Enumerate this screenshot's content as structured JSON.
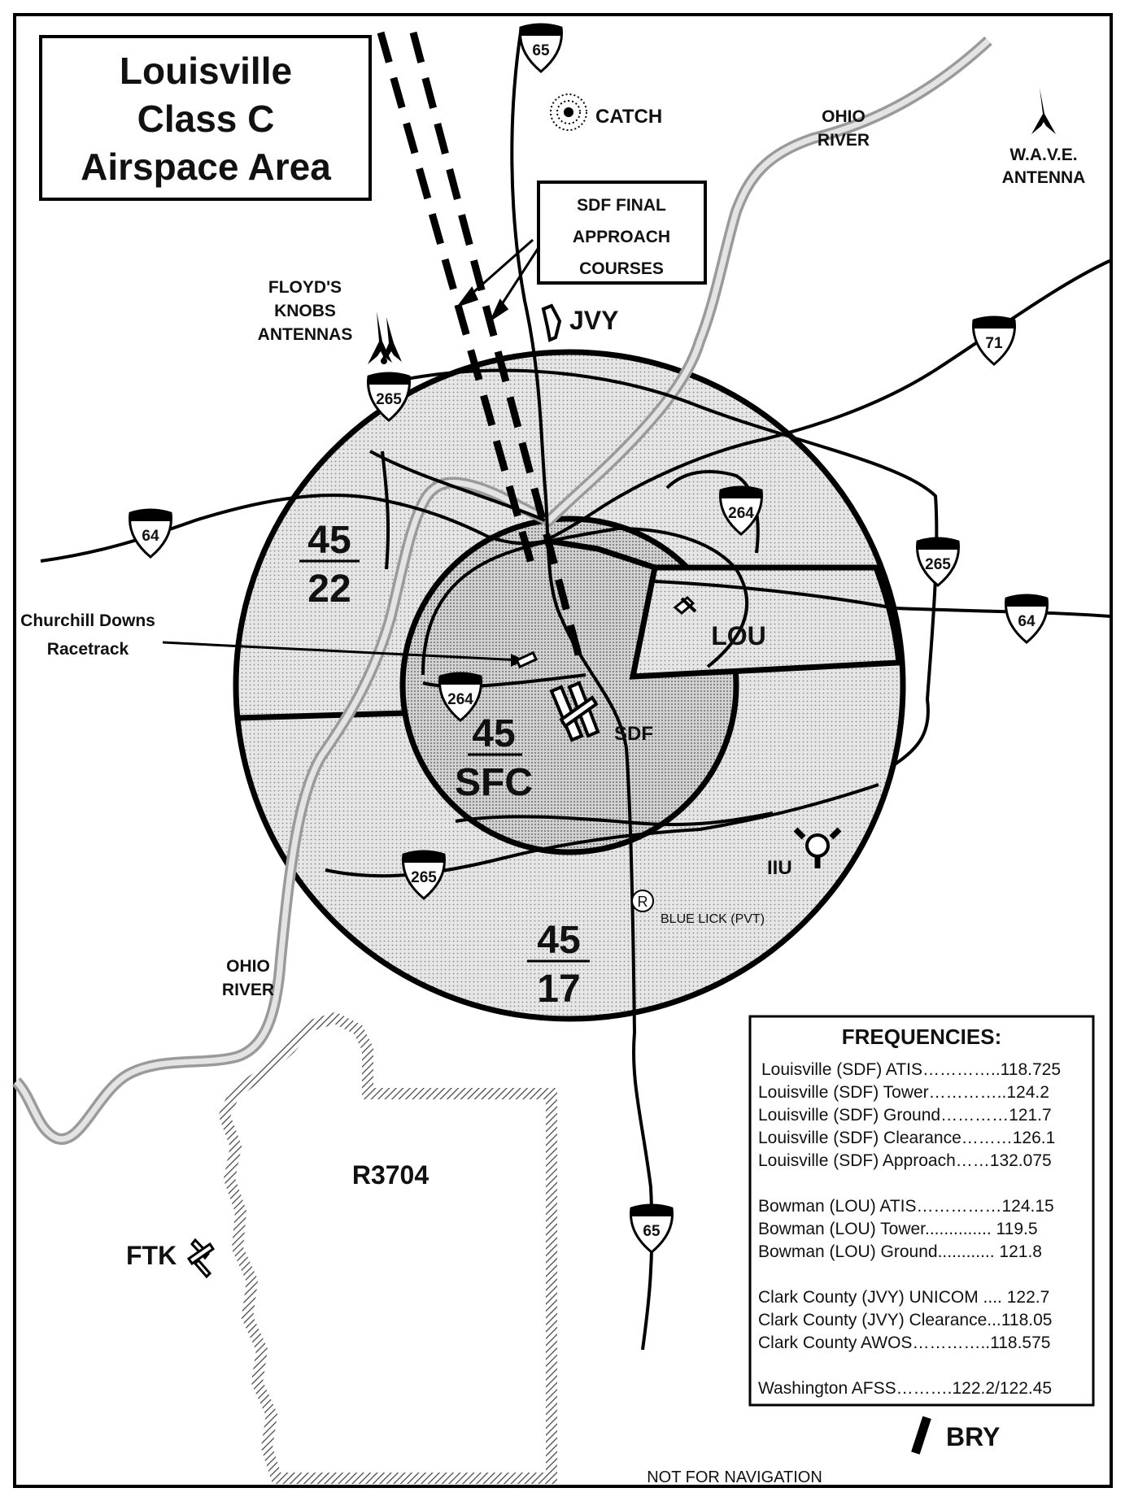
{
  "title": [
    "Louisville",
    "Class C",
    "Airspace Area"
  ],
  "labels": {
    "catch": "CATCH",
    "ohio_river_ne": [
      "OHIO",
      "RIVER"
    ],
    "wave_antenna": [
      "W.A.V.E.",
      "ANTENNA"
    ],
    "sdf_final": [
      "SDF FINAL",
      "APPROACH",
      "COURSES"
    ],
    "floyds_knobs": [
      "FLOYD'S",
      "KNOBS",
      "ANTENNAS"
    ],
    "jvy": "JVY",
    "churchill": [
      "Churchill Downs",
      "Racetrack"
    ],
    "lou": "LOU",
    "sdf": "SDF",
    "iiu": "IIU",
    "blue_lick": "BLUE LICK (PVT)",
    "ohio_river_sw": [
      "OHIO",
      "RIVER"
    ],
    "r3704": "R3704",
    "ftk": "FTK",
    "bry": "BRY",
    "not_for_nav": "NOT FOR NAVIGATION"
  },
  "altitudes": {
    "nw": {
      "top": "45",
      "bottom": "22"
    },
    "core": {
      "top": "45",
      "bottom": "SFC"
    },
    "south": {
      "top": "45",
      "bottom": "17"
    }
  },
  "shields": {
    "i65_north": "65",
    "i265_nw": "265",
    "i71": "71",
    "i64_west": "64",
    "i264_ne": "264",
    "i265_east": "265",
    "i64_east": "64",
    "i264_center": "264",
    "i265_south": "265",
    "i65_south": "65"
  },
  "frequencies": {
    "title": "FREQUENCIES",
    "rows": [
      "Louisville (SDF) ATIS…………..118.725",
      "Louisville (SDF) Tower…………..124.2",
      "Louisville (SDF) Ground…………121.7",
      "Louisville (SDF) Clearance………126.1",
      "Louisville (SDF) Approach……132.075",
      "Bowman (LOU) ATIS……………124.15",
      "Bowman (LOU) Tower.............. 119.5",
      "Bowman (LOU) Ground............ 121.8",
      "Clark County (JVY) UNICOM .... 122.7",
      "Clark County (JVY) Clearance...118.05",
      "Clark County AWOS…………..118.575",
      "Washington AFSS……….122.2/122.45"
    ]
  }
}
